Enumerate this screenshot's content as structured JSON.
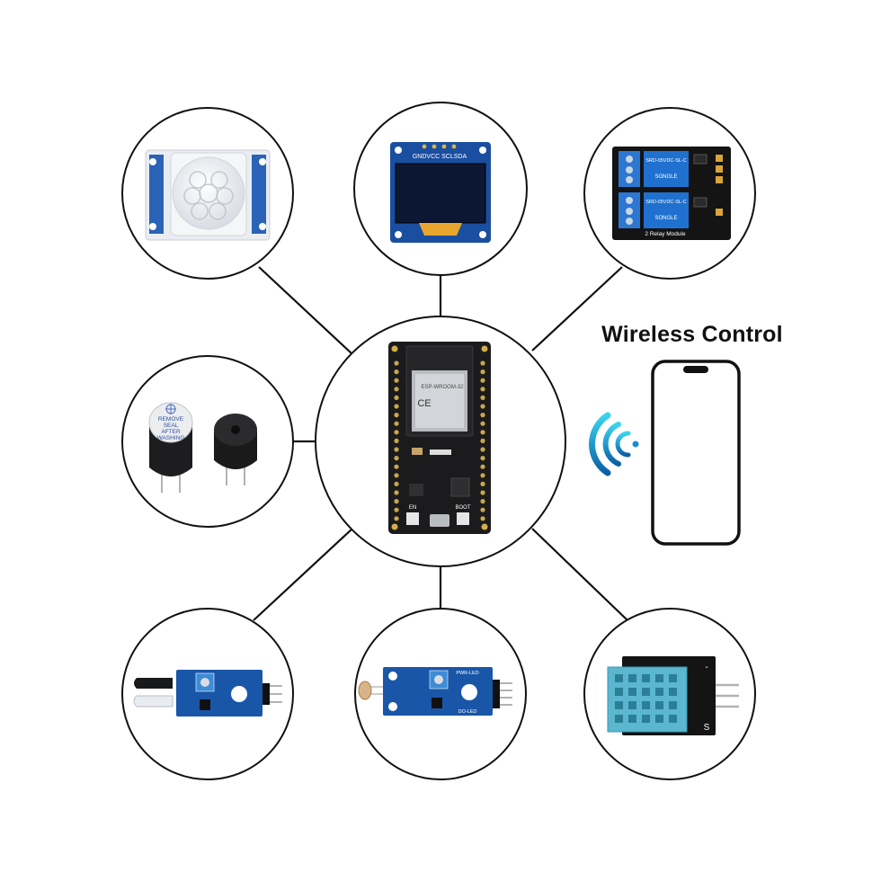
{
  "wireless": {
    "title": "Wireless Control"
  },
  "colors": {
    "board": "#1b1b1d",
    "module_blue": "#1a56a8",
    "relay_blue": "#1f6fc9",
    "oled_screen": "#0c1733",
    "dht_body": "#5ab7cf",
    "wifi_gradient": [
      "#3ad4ee",
      "#0b5fa6"
    ],
    "connector": "#111111"
  },
  "icons": [
    "wifi-signal-icon",
    "smartphone-icon"
  ],
  "components": {
    "pir": {
      "name": "pir-motion-sensor"
    },
    "oled": {
      "name": "oled-display",
      "pin_label": "GNDVCC SCLSDA"
    },
    "relay": {
      "name": "two-relay-module",
      "relay_label": "SRD-05VDC-SL-C",
      "relay_brand": "SONGLE",
      "footer_label": "2 Relay Module"
    },
    "buzzer": {
      "name": "buzzers",
      "sticker_lines": [
        "REMOVE",
        "SEAL",
        "AFTER",
        "WASHING"
      ]
    },
    "esp32": {
      "name": "esp32-dev-board",
      "module_label": "ESP-WROOM-32",
      "ce_label": "CE",
      "boot_label": "BOOT",
      "en_label": "EN"
    },
    "ir": {
      "name": "ir-obstacle-sensor"
    },
    "light": {
      "name": "photoresistor-sensor",
      "pwr_label": "PWR-LED",
      "do_label": "DO-LED"
    },
    "dht": {
      "name": "dht11-sensor",
      "s_label": "S",
      "minus_label": "-"
    }
  }
}
